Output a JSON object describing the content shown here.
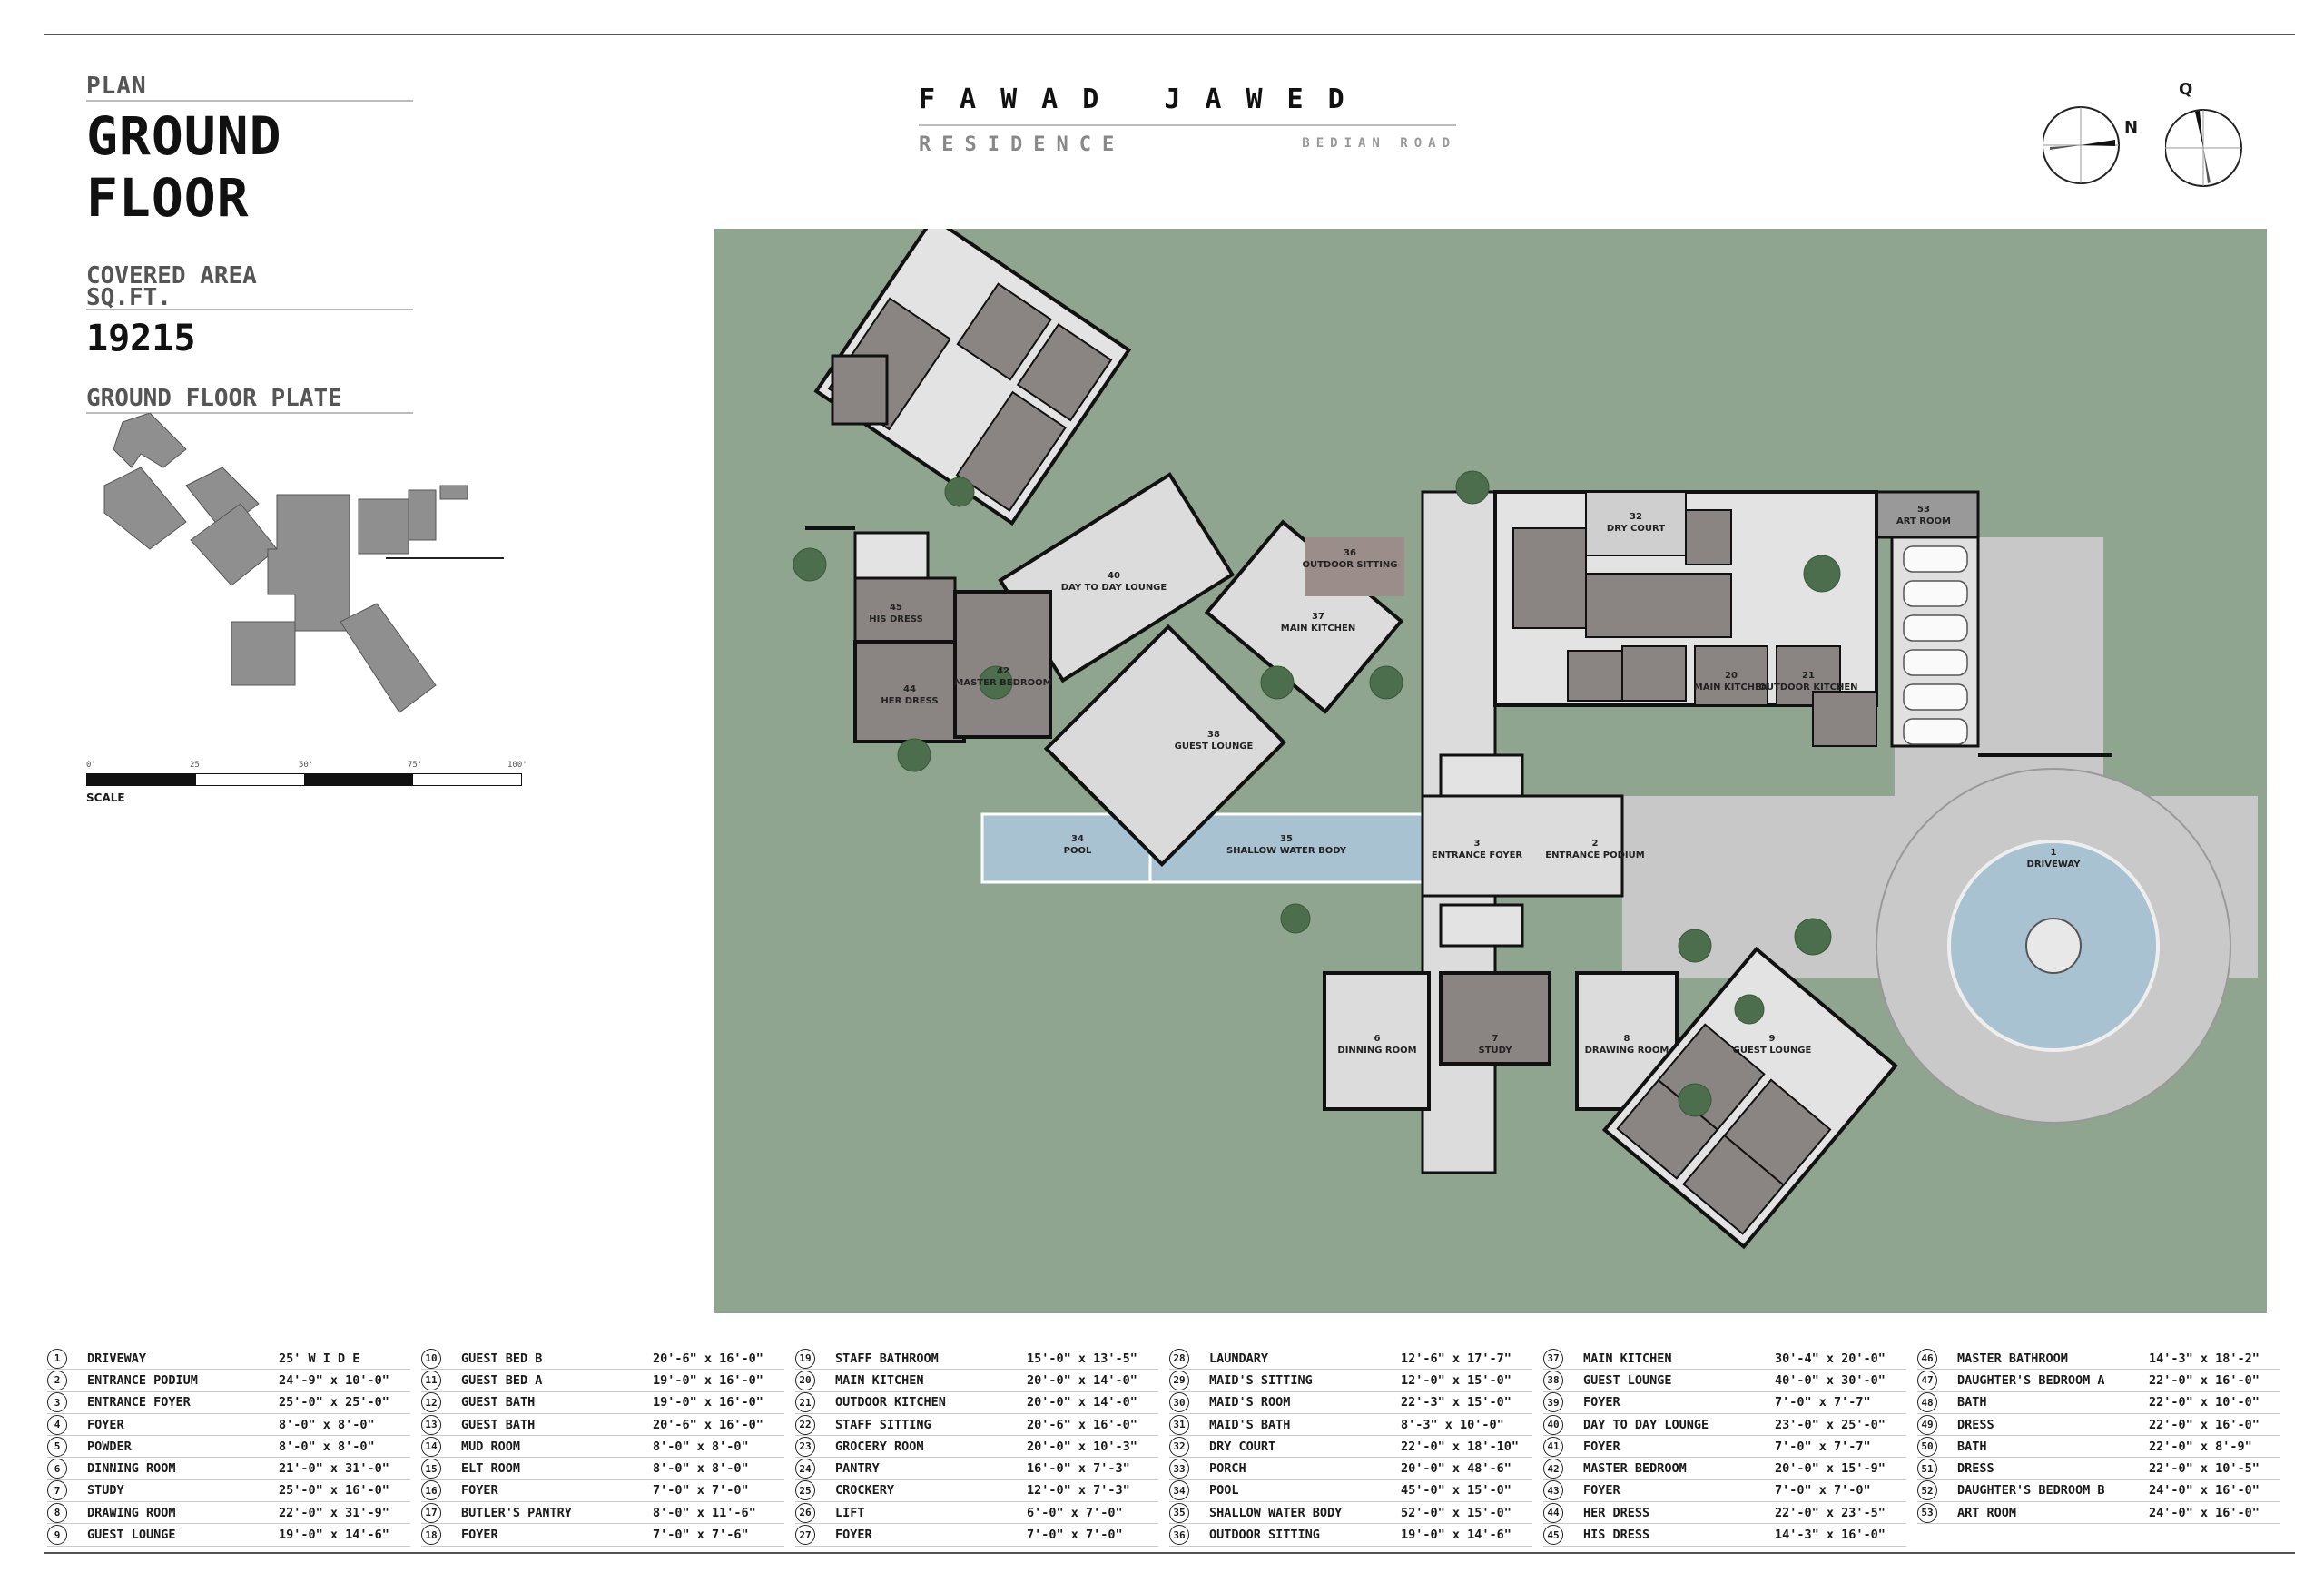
{
  "header": {
    "plan_label": "PLAN",
    "title": "GROUND FLOOR",
    "covered_label_1": "COVERED AREA",
    "covered_label_2": "SQ.FT.",
    "covered_value": "19215",
    "plate_label": "GROUND FLOOR PLATE"
  },
  "project": {
    "owner": "FAWAD JAWED",
    "type": "RESIDENCE",
    "road": "BEDIAN ROAD"
  },
  "compass": {
    "north_label": "N",
    "qibla_label": "Q"
  },
  "scale": {
    "ticks": [
      "0'",
      "25'",
      "50'",
      "75'",
      "100'"
    ],
    "label": "SCALE"
  },
  "colors": {
    "site_green": "#8fa58f",
    "room_grey": "#8a8583",
    "wall": "#1a1a1a",
    "water": "#a9c2d2",
    "marble": "#dcdcdc",
    "paving": "#c8c8c8"
  },
  "plan_labels": [
    {
      "num": "1",
      "text": "DRIVEWAY"
    },
    {
      "num": "2",
      "text": "ENTRANCE PODIUM"
    },
    {
      "num": "3",
      "text": "ENTRANCE FOYER"
    },
    {
      "num": "6",
      "text": "DINNING ROOM"
    },
    {
      "num": "7",
      "text": "STUDY"
    },
    {
      "num": "8",
      "text": "DRAWING ROOM"
    },
    {
      "num": "9",
      "text": "GUEST LOUNGE"
    },
    {
      "num": "34",
      "text": "POOL"
    },
    {
      "num": "35",
      "text": "SHALLOW WATER BODY"
    },
    {
      "num": "36",
      "text": "OUTDOOR SITTING"
    },
    {
      "num": "37",
      "text": "MAIN KITCHEN"
    },
    {
      "num": "38",
      "text": "GUEST LOUNGE"
    },
    {
      "num": "40",
      "text": "DAY TO DAY LOUNGE"
    },
    {
      "num": "42",
      "text": "MASTER BEDROOM"
    },
    {
      "num": "44",
      "text": "HER DRESS"
    },
    {
      "num": "45",
      "text": "HIS DRESS"
    },
    {
      "num": "53",
      "text": "ART ROOM"
    },
    {
      "num": "32",
      "text": "DRY COURT"
    },
    {
      "num": "20",
      "text": "MAIN KITCHEN"
    },
    {
      "num": "21",
      "text": "OUTDOOR KITCHEN"
    }
  ],
  "schedule": [
    [
      {
        "num": "1",
        "name": "DRIVEWAY",
        "dim": "25' W I D E"
      },
      {
        "num": "2",
        "name": "ENTRANCE PODIUM",
        "dim": "24'-9\" x 10'-0\""
      },
      {
        "num": "3",
        "name": "ENTRANCE FOYER",
        "dim": "25'-0\" x 25'-0\""
      },
      {
        "num": "4",
        "name": "FOYER",
        "dim": "8'-0\" x 8'-0\""
      },
      {
        "num": "5",
        "name": "POWDER",
        "dim": "8'-0\" x 8'-0\""
      },
      {
        "num": "6",
        "name": "DINNING ROOM",
        "dim": "21'-0\" x 31'-0\""
      },
      {
        "num": "7",
        "name": "STUDY",
        "dim": "25'-0\" x 16'-0\""
      },
      {
        "num": "8",
        "name": "DRAWING ROOM",
        "dim": "22'-0\" x 31'-9\""
      },
      {
        "num": "9",
        "name": "GUEST LOUNGE",
        "dim": "19'-0\" x 14'-6\""
      }
    ],
    [
      {
        "num": "10",
        "name": "GUEST BED B",
        "dim": "20'-6\" x 16'-0\""
      },
      {
        "num": "11",
        "name": "GUEST BED A",
        "dim": "19'-0\" x 16'-0\""
      },
      {
        "num": "12",
        "name": "GUEST BATH",
        "dim": "19'-0\" x 16'-0\""
      },
      {
        "num": "13",
        "name": "GUEST BATH",
        "dim": "20'-6\" x 16'-0\""
      },
      {
        "num": "14",
        "name": "MUD ROOM",
        "dim": "8'-0\" x 8'-0\""
      },
      {
        "num": "15",
        "name": "ELT ROOM",
        "dim": "8'-0\" x 8'-0\""
      },
      {
        "num": "16",
        "name": "FOYER",
        "dim": "7'-0\" x 7'-0\""
      },
      {
        "num": "17",
        "name": "BUTLER'S PANTRY",
        "dim": "8'-0\" x 11'-6\""
      },
      {
        "num": "18",
        "name": "FOYER",
        "dim": "7'-0\" x 7'-6\""
      }
    ],
    [
      {
        "num": "19",
        "name": "STAFF BATHROOM",
        "dim": "15'-0\" x 13'-5\""
      },
      {
        "num": "20",
        "name": "MAIN KITCHEN",
        "dim": "20'-0\" x 14'-0\""
      },
      {
        "num": "21",
        "name": "OUTDOOR KITCHEN",
        "dim": "20'-0\" x 14'-0\""
      },
      {
        "num": "22",
        "name": "STAFF SITTING",
        "dim": "20'-6\" x 16'-0\""
      },
      {
        "num": "23",
        "name": "GROCERY ROOM",
        "dim": "20'-0\" x 10'-3\""
      },
      {
        "num": "24",
        "name": "PANTRY",
        "dim": "16'-0\" x 7'-3\""
      },
      {
        "num": "25",
        "name": "CROCKERY",
        "dim": "12'-0\" x 7'-3\""
      },
      {
        "num": "26",
        "name": "LIFT",
        "dim": "6'-0\" x 7'-0\""
      },
      {
        "num": "27",
        "name": "FOYER",
        "dim": "7'-0\" x 7'-0\""
      }
    ],
    [
      {
        "num": "28",
        "name": "LAUNDARY",
        "dim": "12'-6\" x 17'-7\""
      },
      {
        "num": "29",
        "name": "MAID'S SITTING",
        "dim": "12'-0\" x 15'-0\""
      },
      {
        "num": "30",
        "name": "MAID'S ROOM",
        "dim": "22'-3\" x 15'-0\""
      },
      {
        "num": "31",
        "name": "MAID'S BATH",
        "dim": "8'-3\" x 10'-0\""
      },
      {
        "num": "32",
        "name": "DRY COURT",
        "dim": "22'-0\" x 18'-10\""
      },
      {
        "num": "33",
        "name": "PORCH",
        "dim": "20'-0\" x 48'-6\""
      },
      {
        "num": "34",
        "name": "POOL",
        "dim": "45'-0\" x 15'-0\""
      },
      {
        "num": "35",
        "name": "SHALLOW WATER BODY",
        "dim": "52'-0\" x 15'-0\""
      },
      {
        "num": "36",
        "name": "OUTDOOR SITTING",
        "dim": "19'-0\" x 14'-6\""
      }
    ],
    [
      {
        "num": "37",
        "name": "MAIN KITCHEN",
        "dim": "30'-4\" x 20'-0\""
      },
      {
        "num": "38",
        "name": "GUEST LOUNGE",
        "dim": "40'-0\" x 30'-0\""
      },
      {
        "num": "39",
        "name": "FOYER",
        "dim": "7'-0\" x 7'-7\""
      },
      {
        "num": "40",
        "name": "DAY TO DAY LOUNGE",
        "dim": "23'-0\" x 25'-0\""
      },
      {
        "num": "41",
        "name": "FOYER",
        "dim": "7'-0\" x 7'-7\""
      },
      {
        "num": "42",
        "name": "MASTER BEDROOM",
        "dim": "20'-0\" x 15'-9\""
      },
      {
        "num": "43",
        "name": "FOYER",
        "dim": "7'-0\" x 7'-0\""
      },
      {
        "num": "44",
        "name": "HER DRESS",
        "dim": "22'-0\" x 23'-5\""
      },
      {
        "num": "45",
        "name": "HIS DRESS",
        "dim": "14'-3\" x 16'-0\""
      }
    ],
    [
      {
        "num": "46",
        "name": "MASTER BATHROOM",
        "dim": "14'-3\" x 18'-2\""
      },
      {
        "num": "47",
        "name": "DAUGHTER'S BEDROOM A",
        "dim": "22'-0\" x 16'-0\""
      },
      {
        "num": "48",
        "name": "BATH",
        "dim": "22'-0\" x 10'-0\""
      },
      {
        "num": "49",
        "name": "DRESS",
        "dim": "22'-0\" x 16'-0\""
      },
      {
        "num": "50",
        "name": "BATH",
        "dim": "22'-0\" x 8'-9\""
      },
      {
        "num": "51",
        "name": "DRESS",
        "dim": "22'-0\" x 10'-5\""
      },
      {
        "num": "52",
        "name": "DAUGHTER'S BEDROOM B",
        "dim": "24'-0\" x 16'-0\""
      },
      {
        "num": "53",
        "name": "ART ROOM",
        "dim": "24'-0\" x 16'-0\""
      }
    ]
  ]
}
